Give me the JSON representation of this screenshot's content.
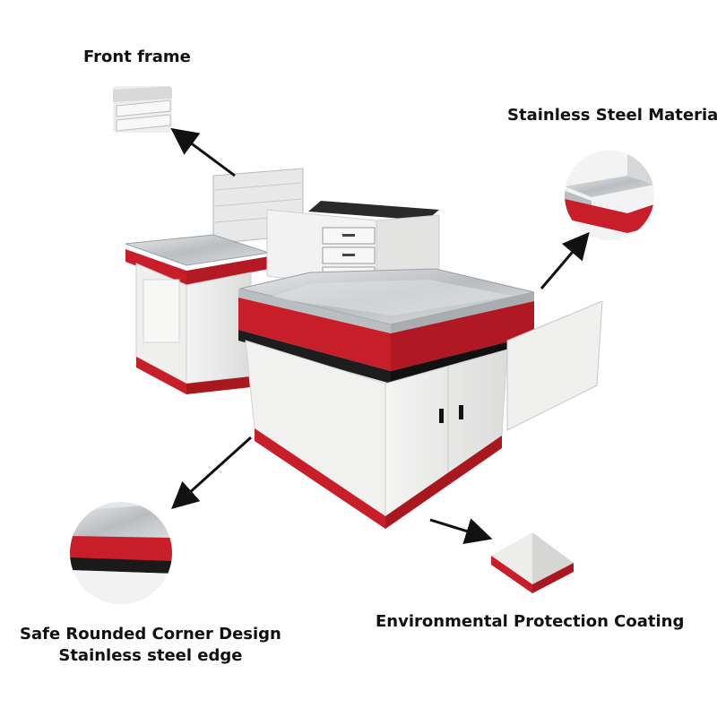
{
  "labels": {
    "front_frame": "Front frame",
    "stainless_material": "Stainless Steel Material",
    "safe_corner": "Safe Rounded Corner Design",
    "steel_edge": "Stainless steel edge",
    "coating": "Environmental Protection Coating"
  },
  "colors": {
    "accent_red": "#c81e2a",
    "panel_white": "#ecebea",
    "steel": "#c9ccce",
    "dark": "#1d1d1d"
  }
}
